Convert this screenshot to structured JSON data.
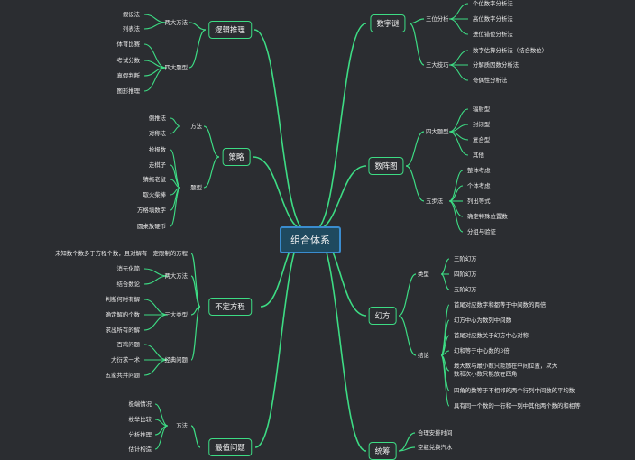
{
  "root": "组合体系",
  "colors": {
    "background": "#2b2d31",
    "line": "#3ddc84",
    "root_border": "#3a8ccf",
    "root_fill": "#1f4a5f"
  },
  "left": [
    {
      "label": "逻辑推理",
      "groups": [
        {
          "label": "两大方法",
          "items": [
            "假设法",
            "列表法"
          ]
        },
        {
          "label": "四大题型",
          "items": [
            "体育比赛",
            "考试分数",
            "真假判断",
            "图形推理"
          ]
        }
      ]
    },
    {
      "label": "策略",
      "groups": [
        {
          "label": "方法",
          "items": [
            "倒推法",
            "对称法"
          ]
        },
        {
          "label": "题型",
          "items": [
            "抢报数",
            "走棋子",
            "猜拖老鼠",
            "取火柴棒",
            "方格填数字",
            "圆桌放硬币"
          ]
        }
      ]
    },
    {
      "label": "不定方程",
      "groups": [
        {
          "label": "",
          "items": [
            "未知数个数多于方程个数，且对解有一定限制的方程"
          ]
        },
        {
          "label": "两大方法",
          "items": [
            "消元化简",
            "结合数论"
          ]
        },
        {
          "label": "三大类型",
          "items": [
            "判断何时有解",
            "确定解的个数",
            "求出所有的解"
          ]
        },
        {
          "label": "经典问题",
          "items": [
            "百鸡问题",
            "大衍求一术",
            "五家共井问题"
          ]
        }
      ]
    },
    {
      "label": "最值问题",
      "groups": [
        {
          "label": "方法",
          "items": [
            "极端情况",
            "枚举比较",
            "分析推理",
            "估计构造"
          ]
        }
      ]
    }
  ],
  "right": [
    {
      "label": "数字谜",
      "groups": [
        {
          "label": "三位分析",
          "items": [
            "个位数字分析法",
            "高位数字分析法",
            "进位错位分析法"
          ]
        },
        {
          "label": "三大技巧",
          "items": [
            "数字估算分析法（结合数位）",
            "分解质因数分析法",
            "奇偶性分析法"
          ]
        }
      ]
    },
    {
      "label": "数阵图",
      "groups": [
        {
          "label": "四大题型",
          "items": [
            "辐射型",
            "封闭型",
            "复合型",
            "其他"
          ]
        },
        {
          "label": "五步法",
          "items": [
            "整体考虑",
            "个体考虑",
            "列出等式",
            "确定特殊位置数",
            "分组与验证"
          ]
        }
      ]
    },
    {
      "label": "幻方",
      "groups": [
        {
          "label": "类型",
          "items": [
            "三阶幻方",
            "四阶幻方",
            "五阶幻方"
          ]
        },
        {
          "label": "结论",
          "items": [
            "首尾对应数字和都等于中间数的两倍",
            "幻方中心为数列中间数",
            "首尾对应数关于幻方中心对称",
            "幻和等于中心数的3倍",
            "最大数与最小数只能放在中间位置，次大数和次小数只能放在四角",
            "四角的数等于不相邻的两个行列中间数的平均数",
            "具有同一个数的一行和一列中其他两个数的和相等"
          ]
        }
      ]
    },
    {
      "label": "统筹",
      "groups": [
        {
          "label": "",
          "items": [
            "合理安排时间",
            "空瓶兑换汽水"
          ]
        }
      ]
    }
  ]
}
